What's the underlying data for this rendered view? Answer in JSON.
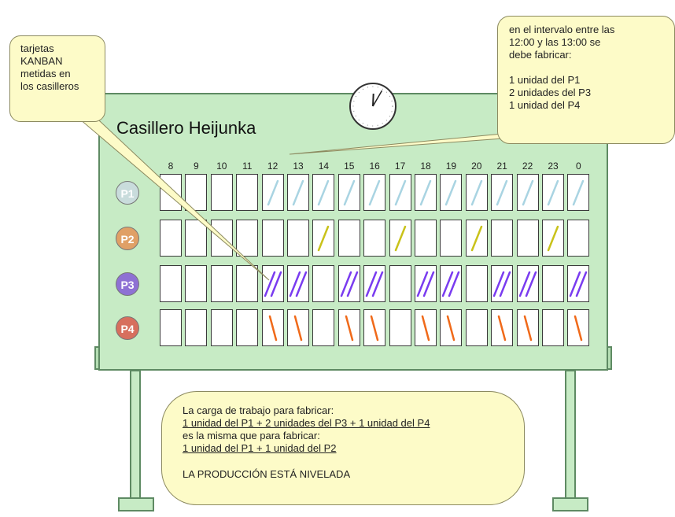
{
  "title": "Casillero Heijunka",
  "hours": [
    "8",
    "9",
    "10",
    "11",
    "12",
    "13",
    "14",
    "15",
    "16",
    "17",
    "18",
    "19",
    "20",
    "21",
    "22",
    "23",
    "0"
  ],
  "products": [
    {
      "label": "P1",
      "color": "#c9dcdc",
      "slash_color": "#a9d4e2",
      "counts": [
        0,
        0,
        0,
        0,
        1,
        1,
        1,
        1,
        1,
        1,
        1,
        1,
        1,
        1,
        1,
        1,
        1
      ],
      "dir": "right"
    },
    {
      "label": "P2",
      "color": "#e0a066",
      "slash_color": "#c9c21a",
      "counts": [
        0,
        0,
        0,
        0,
        0,
        0,
        1,
        0,
        0,
        1,
        0,
        0,
        1,
        0,
        0,
        1,
        0
      ],
      "dir": "right"
    },
    {
      "label": "P3",
      "color": "#8e71d4",
      "slash_color": "#7a3cf0",
      "counts": [
        0,
        0,
        0,
        0,
        2,
        2,
        0,
        2,
        2,
        0,
        2,
        2,
        0,
        2,
        2,
        0,
        2
      ],
      "dir": "right"
    },
    {
      "label": "P4",
      "color": "#d76f5e",
      "slash_color": "#f06a1a",
      "counts": [
        0,
        0,
        0,
        0,
        1,
        1,
        0,
        1,
        1,
        0,
        1,
        1,
        0,
        1,
        1,
        0,
        1
      ],
      "dir": "left"
    }
  ],
  "callout_left": {
    "lines": [
      "tarjetas",
      "KANBAN",
      "metidas en",
      "los casilleros"
    ]
  },
  "callout_right": {
    "lines": [
      "en el intervalo entre las",
      "12:00 y las 13:00 se",
      "debe fabricar:",
      "",
      "1 unidad del P1",
      "2 unidades del P3",
      "1 unidad del P4"
    ]
  },
  "bottom_note": {
    "line1": "La carga de trabajo para fabricar:",
    "line2": "1 unidad del P1 + 2 unidades del P3 + 1 unidad del P4",
    "line3": "es la misma que para fabricar:",
    "line4": "1 unidad del P1 + 1 unidad del P2",
    "line5": "LA PRODUCCIÓN ESTÁ NIVELADA"
  },
  "clock": {
    "hour": 12,
    "minute": 5
  }
}
